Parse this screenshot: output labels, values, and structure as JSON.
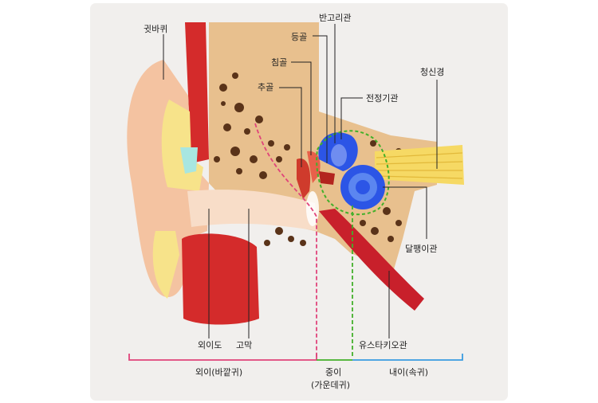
{
  "labels": {
    "auricle": "귓바퀴",
    "semicircular_canals": "반고리관",
    "stapes": "등골",
    "incus": "침골",
    "malleus": "추골",
    "vestibular_nerve": "청신경",
    "vestibule": "전정기관",
    "cochlea": "달팽이관",
    "ear_canal": "외이도",
    "eardrum": "고막",
    "eustachian_tube": "유스타키오관"
  },
  "sections": {
    "outer": "외이(바깥귀)",
    "middle_line1": "중이",
    "middle_line2": "(가운데귀)",
    "inner": "내이(속귀)"
  },
  "colors": {
    "outer_ear": "#e0447a",
    "middle_ear": "#43b02a",
    "inner_ear": "#3a9ce0",
    "skin": "#f4c3a1",
    "cartilage": "#f7e38a",
    "muscle": "#d42b2b",
    "bone": "#e8c08e",
    "bone_pores": "#5a3319",
    "semicircular_canals": "#2c55e6",
    "nerve": "#f6d964"
  }
}
